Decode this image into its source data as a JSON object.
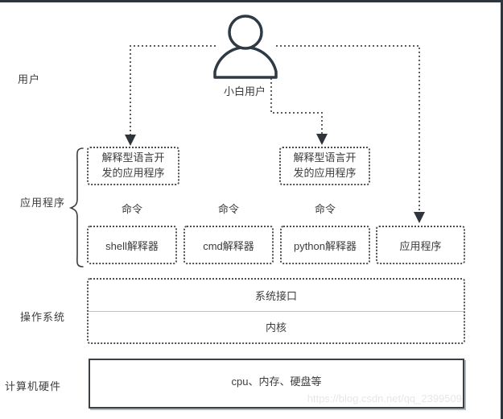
{
  "layer_labels": {
    "user": "用户",
    "application": "应用程序",
    "operating_system": "操作系统",
    "hardware": "计算机硬件"
  },
  "user": {
    "caption": "小白用户"
  },
  "application_layer": {
    "interpreted_app_left": "解释型语言开\n发的应用程序",
    "interpreted_app_right": "解释型语言开\n发的应用程序",
    "command_labels": [
      "命令",
      "命令",
      "命令"
    ],
    "interpreter_boxes": [
      "shell解释器",
      "cmd解释器",
      "python解释器"
    ],
    "application_box": "应用程序"
  },
  "os_layer": {
    "system_interface": "系统接口",
    "kernel": "内核"
  },
  "hardware_layer": {
    "content": "cpu、内存、硬盘等",
    "watermark": "https://blog.csdn.net/qq_2399509"
  },
  "colors": {
    "frame": "#2e353c",
    "dotted_line": "#454545",
    "text": "#3c3c3c",
    "watermark_text": "#e9e7e5"
  }
}
